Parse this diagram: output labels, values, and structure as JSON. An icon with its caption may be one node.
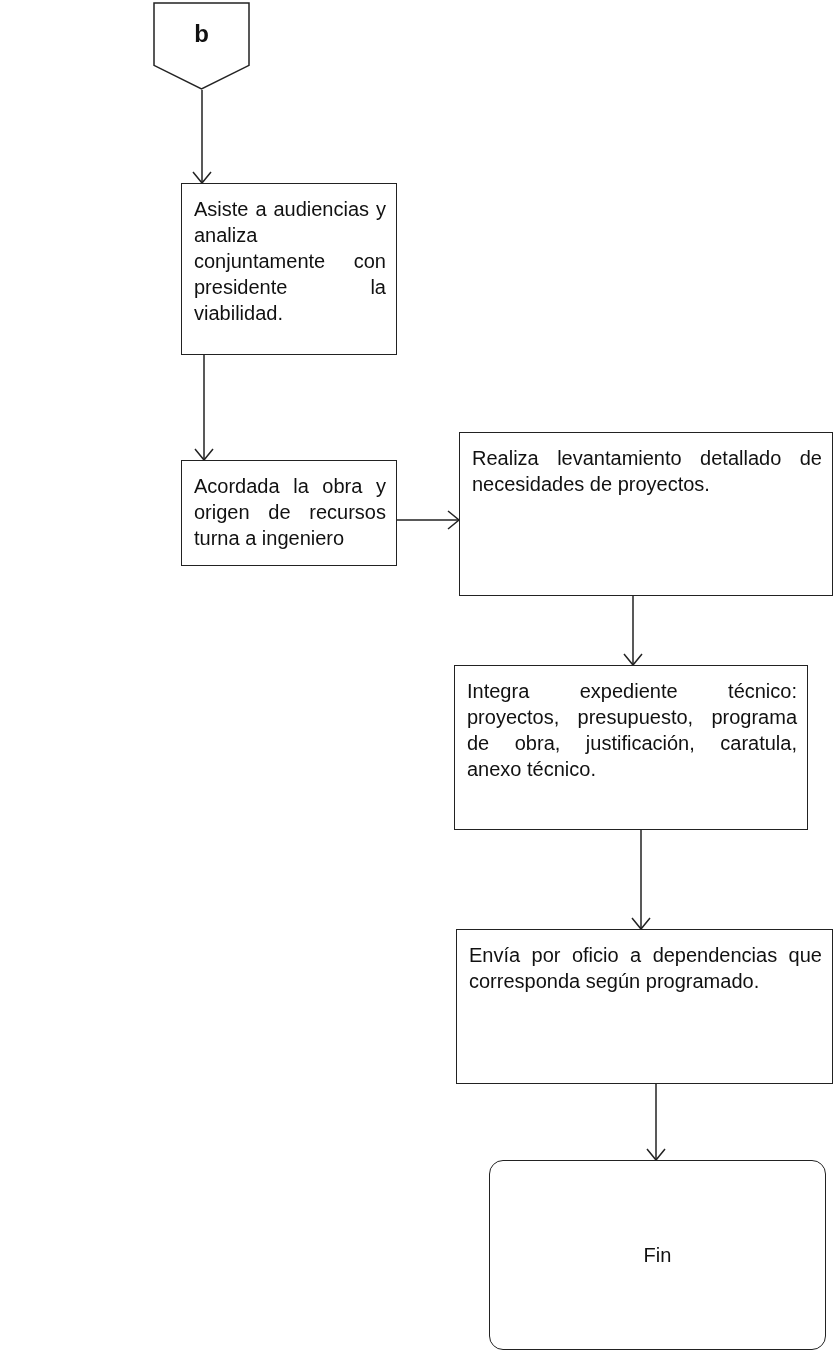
{
  "diagram": {
    "nodes": [
      {
        "text": [
          "b"
        ]
      },
      {
        "text": [
          "Asiste a audiencias y analiza conjuntamente con presidente la viabilidad."
        ]
      },
      {
        "text": [
          "Acordada la obra y origen de recursos turna a ingeniero"
        ]
      },
      {
        "text": [
          "Realiza levantamiento detallado de necesidades de proyectos."
        ]
      },
      {
        "text": [
          "Integra expediente técnico: proyectos, presupuesto, programa de obra, justificación, caratula, anexo técnico."
        ]
      },
      {
        "text": [
          "Envía por oficio a dependencias que corresponda según programado."
        ]
      },
      {
        "text": [
          "Fin"
        ]
      }
    ],
    "edges": [
      {
        "from": 0,
        "to": 1,
        "arrow": "to"
      },
      {
        "from": 1,
        "to": 2,
        "arrow": "to"
      },
      {
        "from": 2,
        "to": 3,
        "arrow": "to"
      },
      {
        "from": 3,
        "to": 4,
        "arrow": "to"
      },
      {
        "from": 4,
        "to": 5,
        "arrow": "to"
      },
      {
        "from": 5,
        "to": 6,
        "arrow": "to"
      }
    ]
  }
}
